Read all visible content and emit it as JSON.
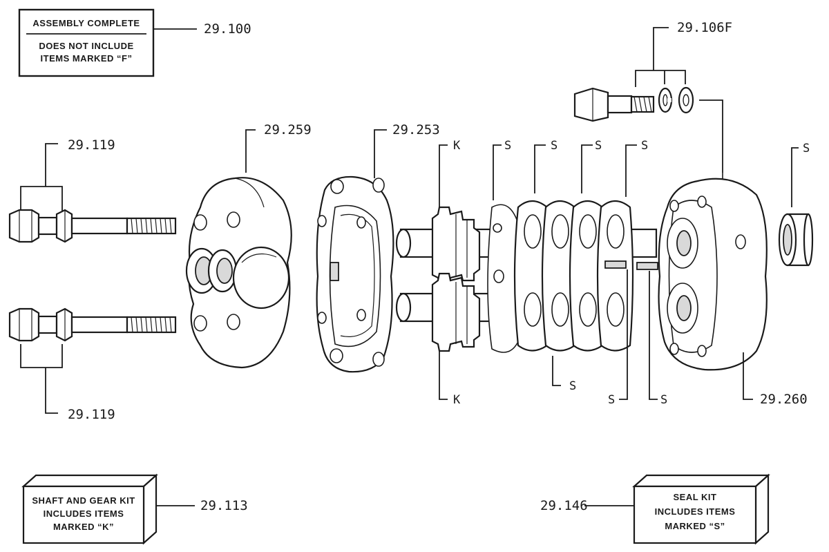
{
  "assembly_box": {
    "line1": "ASSEMBLY COMPLETE",
    "line2": "DOES NOT INCLUDE",
    "line3": "ITEMS MARKED “F”",
    "part_number": "29.100"
  },
  "callouts": {
    "bolt_top": "29.119",
    "bolt_bottom": "29.119",
    "front_cover": "29.259",
    "gear_housing": "29.253",
    "rear_housing": "29.260",
    "fastener_set": "29.106F"
  },
  "letters": {
    "k_top": "K",
    "k_bottom": "K",
    "s1": "S",
    "s2": "S",
    "s3": "S",
    "s4": "S",
    "s5": "S",
    "s_below": "S",
    "s_low_left": "S",
    "s_low_right": "S"
  },
  "gear_kit": {
    "line1": "SHAFT AND GEAR KIT",
    "line2": "INCLUDES ITEMS",
    "line3": "MARKED  “K”",
    "part_number": "29.113"
  },
  "seal_kit": {
    "line1": "SEAL    KIT",
    "line2": "INCLUDES ITEMS",
    "line3": "MARKED  “S”",
    "part_number": "29.146"
  }
}
